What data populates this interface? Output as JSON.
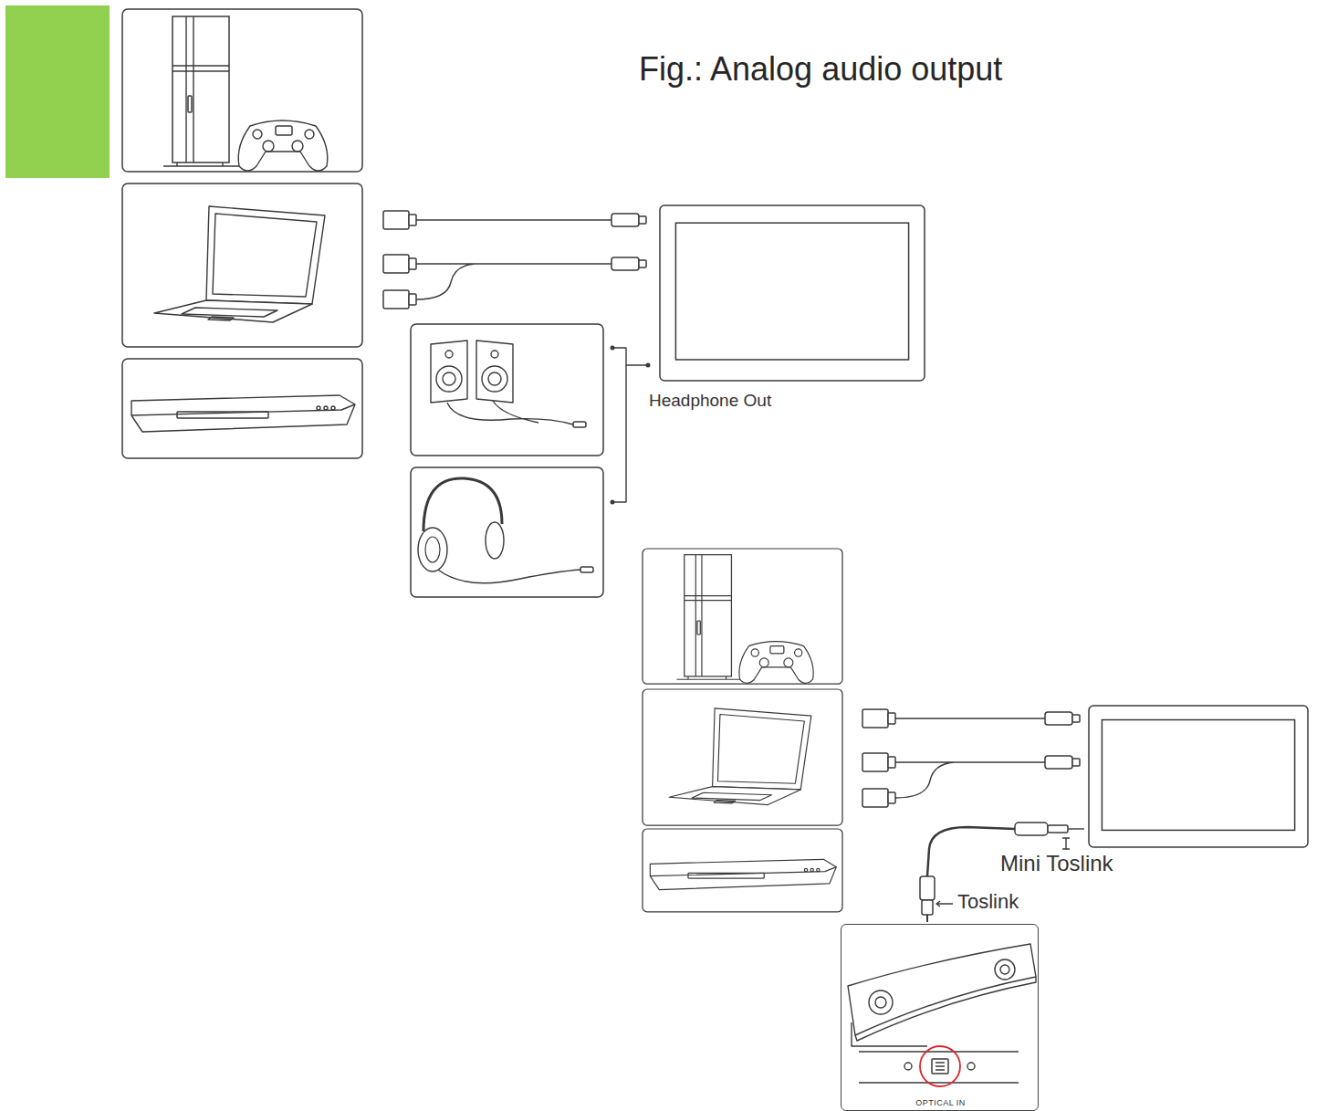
{
  "diagram": {
    "title": "Fig.: Analog audio output",
    "nodes": [
      {
        "text": [
          "OPTICAL IN"
        ]
      }
    ],
    "labels": [
      "Headphone Out",
      "Mini Toslink",
      "Toslink"
    ]
  }
}
